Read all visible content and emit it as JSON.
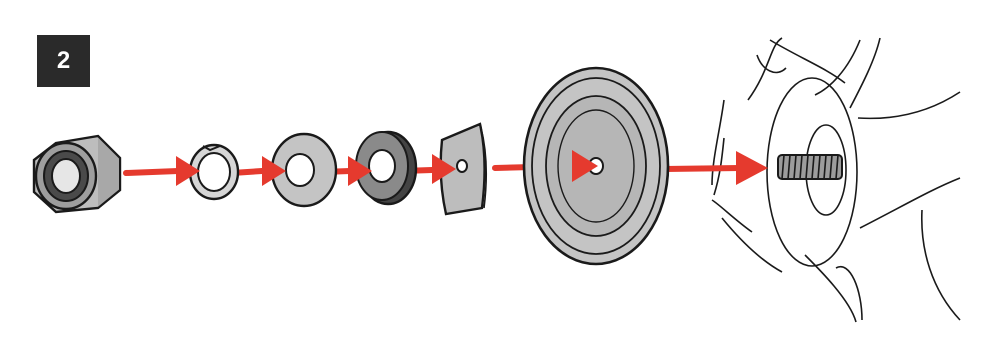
{
  "step": {
    "number": "2"
  },
  "colors": {
    "arrow": "#e53a2e",
    "part_fill": "#bdbdbd",
    "part_dark": "#5a5a5a",
    "outline": "#1a1a1a",
    "badge": "#2a2a2a"
  },
  "parts": [
    {
      "name": "lock-nut",
      "icon": "nylon-lock-nut-icon"
    },
    {
      "name": "split-lock-washer",
      "icon": "split-washer-icon"
    },
    {
      "name": "flat-washer",
      "icon": "flat-washer-icon"
    },
    {
      "name": "rubber-washer",
      "icon": "rubber-washer-icon"
    },
    {
      "name": "shaped-plate",
      "icon": "bracket-plate-icon"
    },
    {
      "name": "dome-cover",
      "icon": "dome-cover-icon"
    },
    {
      "name": "threaded-stud",
      "icon": "threaded-stud-icon"
    }
  ]
}
